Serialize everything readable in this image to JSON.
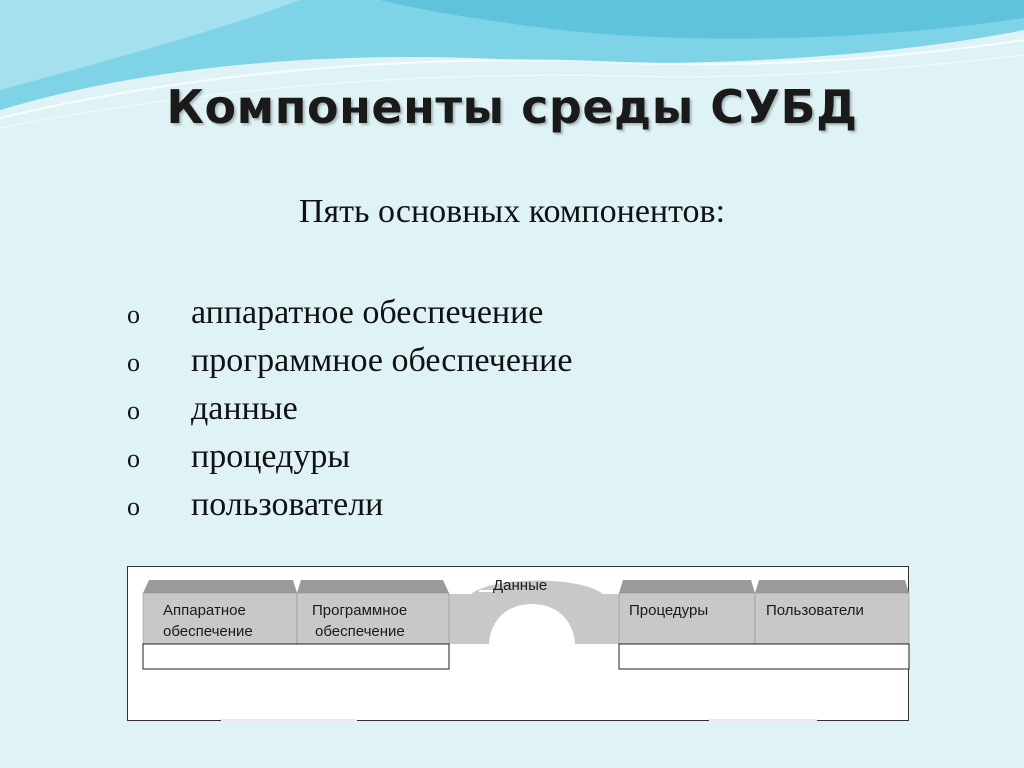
{
  "slide": {
    "title": "Компоненты среды СУБД",
    "subtitle": "Пять основных компонентов:",
    "bullet_marker": "o",
    "bullets": [
      "аппаратное обеспечение",
      "программное обеспечение",
      "данные",
      "процедуры",
      "пользователи"
    ]
  },
  "diagram": {
    "hardware_line1": "Аппаратное",
    "hardware_line2": "обеспечение",
    "software_line1": "Программное",
    "software_line2": "обеспечение",
    "data": "Данные",
    "procedures": "Процедуры",
    "users": "Пользователи"
  },
  "colors": {
    "background": "#dff3f7",
    "wave_dark": "#5fc3dc",
    "wave_light": "#aee3ef",
    "box_fill": "#c8c8c8",
    "box_top": "#9a9a9a"
  }
}
